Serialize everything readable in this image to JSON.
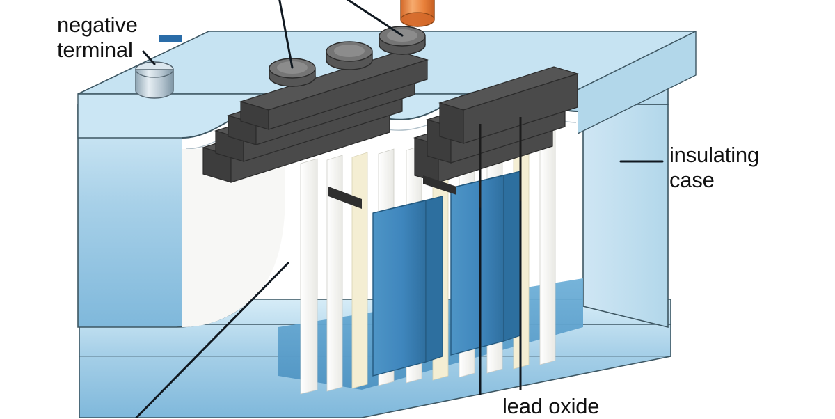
{
  "figure": {
    "title": "Lead-acid battery cutaway diagram",
    "background_color": "#ffffff"
  },
  "labels": {
    "negative_terminal": "negative\nterminal",
    "insulating_case": "insulating\ncase",
    "lead_oxide": "lead oxide"
  },
  "symbols": {
    "negative_sign": "minus-sign",
    "negative_sign_color": "#2a6ca8"
  },
  "colors": {
    "case_light": "#cfe6f2",
    "case_mid": "#a9d2e8",
    "case_deep": "#6aa9cf",
    "case_edge": "#4a5a66",
    "plate_blue": "#3f86bd",
    "plate_blue_dark": "#2d6f9f",
    "plate_blue_top": "#2e6e9e",
    "connector_gray": "#4d4d4d",
    "connector_gray_dark": "#3a3a3a",
    "separator_white": "#f6f6f4",
    "separator_cream": "#f3eccd",
    "terminal_negative": "#b9c6cf",
    "terminal_positive": "#e8803a",
    "vent_cap": "#6e6e6e",
    "leader_line": "#101820",
    "text": "#111111"
  },
  "parts": {
    "negative_terminal": "cylindrical metal post on left of battery lid",
    "positive_terminal": "orange cylindrical post at top, clipped by image edge",
    "vent_caps": "three dark gray round cell caps on lid",
    "insulating_case": "translucent pale blue outer case with cutaway wall",
    "plate_connectors": "dark gray bus bars joining plate groups",
    "lead_oxide_plates": "blue vertical plates inside cells",
    "separators": "white and cream vertical separator sheets",
    "electrolyte": "blue liquid pooled in the base of the case"
  },
  "vent_cap_count": 3,
  "leader_lines": {
    "negative_terminal": "short line from label to terminal post",
    "insulating_case": "horizontal line from label into right case wall",
    "lead_oxide": "two vertical lines rising from label to blue plates",
    "offscreen_top": "two lines crossing and exiting the top edge",
    "offscreen_bottom_left": "one diagonal line exiting lower-left"
  }
}
